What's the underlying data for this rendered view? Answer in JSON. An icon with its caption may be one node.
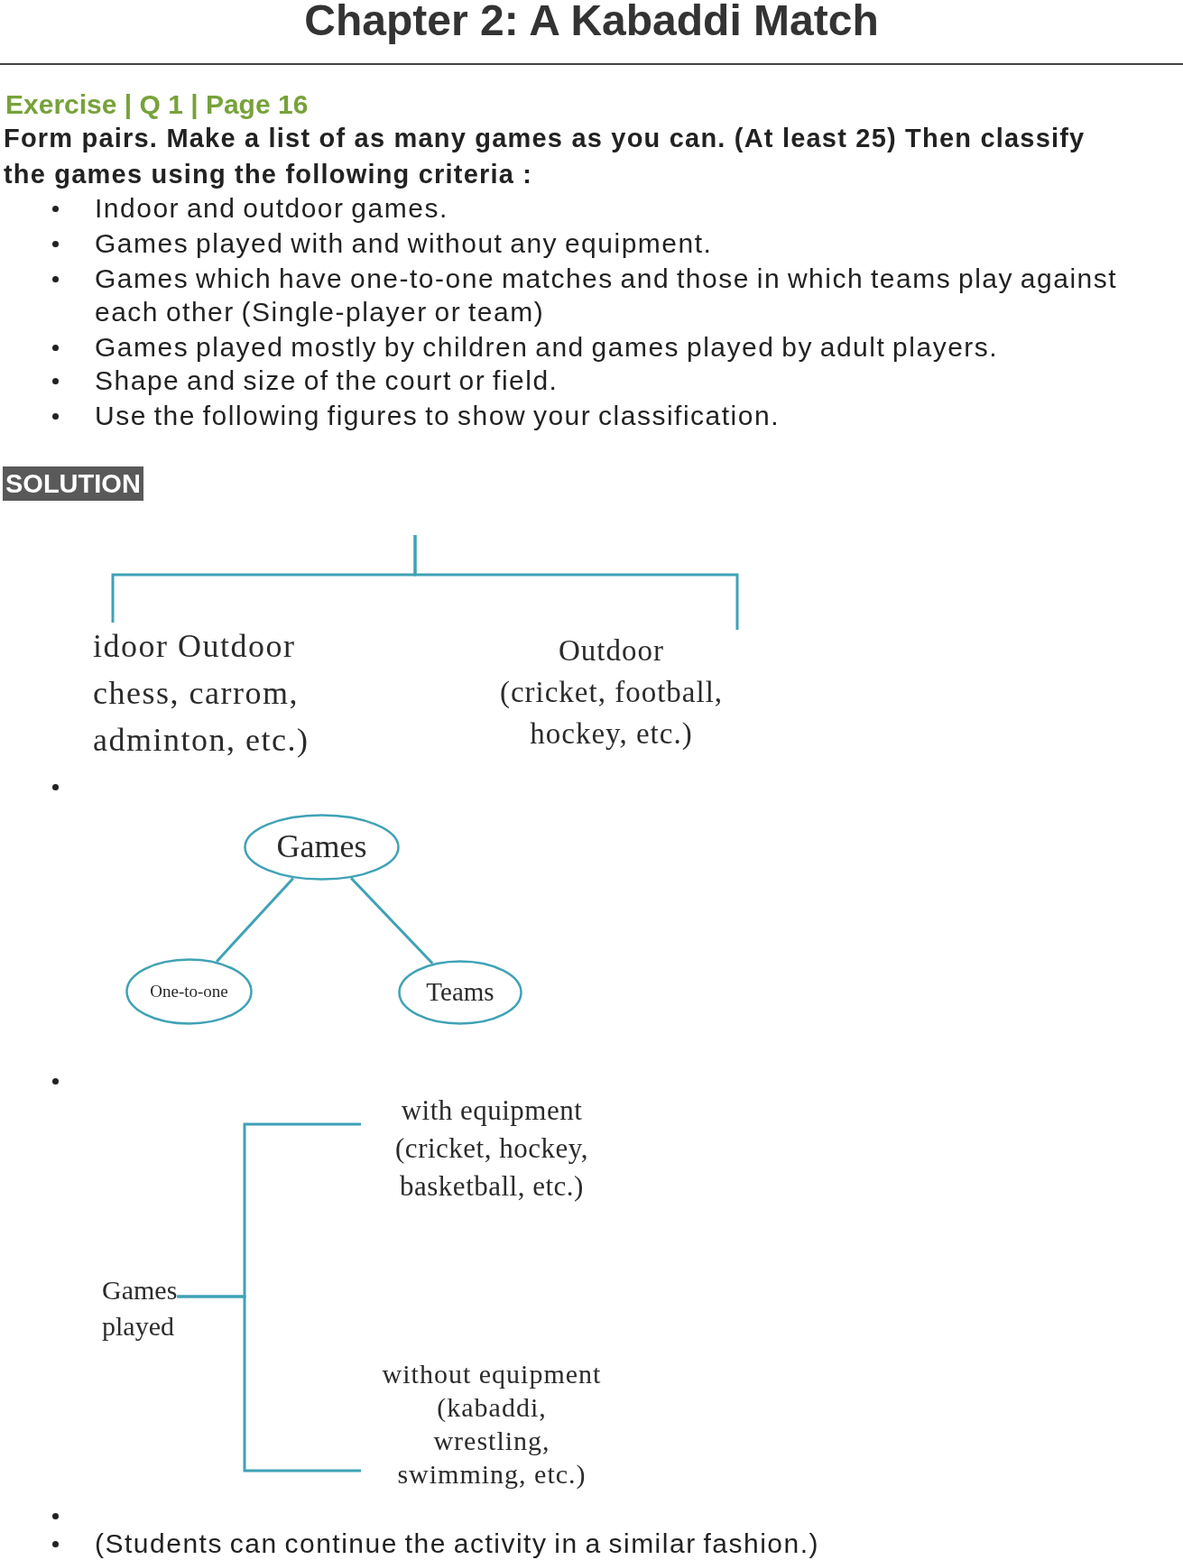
{
  "diagram": {
    "title": "Chapter 2: A Kabaddi Match",
    "nodes": [
      {
        "text": [
          "idoor Outdoor",
          "chess, carrom, adminton, etc.)"
        ]
      },
      {
        "text": [
          "Outdoor",
          "(cricket, football, hockey, etc.)"
        ]
      },
      {
        "text": [
          "Games"
        ]
      },
      {
        "text": [
          "One-to-one"
        ]
      },
      {
        "text": [
          "Teams"
        ]
      },
      {
        "text": [
          "Games played"
        ]
      },
      {
        "text": [
          "with equipment",
          "(cricket, hockey, basketball, etc.)"
        ]
      },
      {
        "text": [
          "without equipment",
          "(kabaddi, wrestling, swimming, etc.)"
        ]
      }
    ],
    "edges": [
      {
        "from": null,
        "to": 0,
        "arrow": "none"
      },
      {
        "from": null,
        "to": 1,
        "arrow": "none"
      },
      {
        "from": 2,
        "to": 3,
        "arrow": "none"
      },
      {
        "from": 2,
        "to": 4,
        "arrow": "none"
      },
      {
        "from": 5,
        "to": 6,
        "arrow": "none"
      },
      {
        "from": 5,
        "to": 7,
        "arrow": "none"
      }
    ],
    "labels": [
      "Exercise | Q 1 | Page 16",
      "Form pairs. Make a list of as many games as you can. (At least 25) Then classify the games using the following criteria :",
      "Indoor and outdoor games.",
      "Games played with and without any equipment.",
      "Games which have one-to-one matches and those in which teams play against each other (Single-player or team)",
      "Games played mostly by children and games played by adult players.",
      "Shape and size of the court or field.",
      "Use the following figures to show your classification.",
      "SOLUTION",
      "(Students can continue the activity in a similar fashion.)"
    ]
  }
}
